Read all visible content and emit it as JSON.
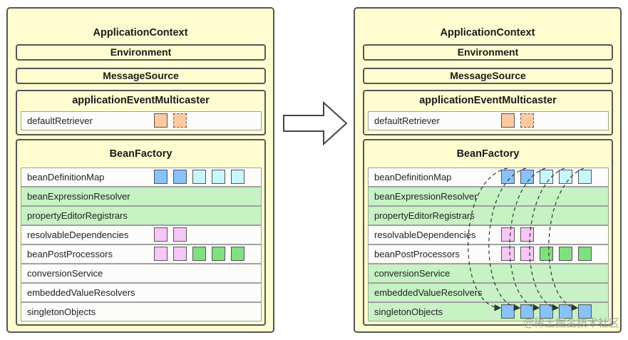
{
  "panels": [
    {
      "title": "ApplicationContext",
      "environment": "Environment",
      "message_source": "MessageSource",
      "multicaster": {
        "title": "applicationEventMulticaster",
        "row_label": "defaultRetriever"
      },
      "bean_factory": {
        "title": "BeanFactory",
        "rows": [
          "beanDefinitionMap",
          "beanExpressionResolver",
          "propertyEditorRegistrars",
          "resolvableDependencies",
          "beanPostProcessors",
          "conversionService",
          "embeddedValueResolvers",
          "singletonObjects"
        ]
      }
    },
    {
      "title": "ApplicationContext",
      "environment": "Environment",
      "message_source": "MessageSource",
      "multicaster": {
        "title": "applicationEventMulticaster",
        "row_label": "defaultRetriever"
      },
      "bean_factory": {
        "title": "BeanFactory",
        "rows": [
          "beanDefinitionMap",
          "beanExpressionResolver",
          "propertyEditorRegistrars",
          "resolvableDependencies",
          "beanPostProcessors",
          "conversionService",
          "embeddedValueResolvers",
          "singletonObjects"
        ]
      }
    }
  ],
  "colors": {
    "panel_fill": "#fffdd0",
    "orange": "#fcc9a0",
    "blue": "#88c2f6",
    "cyan": "#c8f6fa",
    "pink": "#f6c7f6",
    "green": "#7fe07f",
    "row_green": "#c6f2c4"
  },
  "watermark": "@稀土掘金技术社区"
}
